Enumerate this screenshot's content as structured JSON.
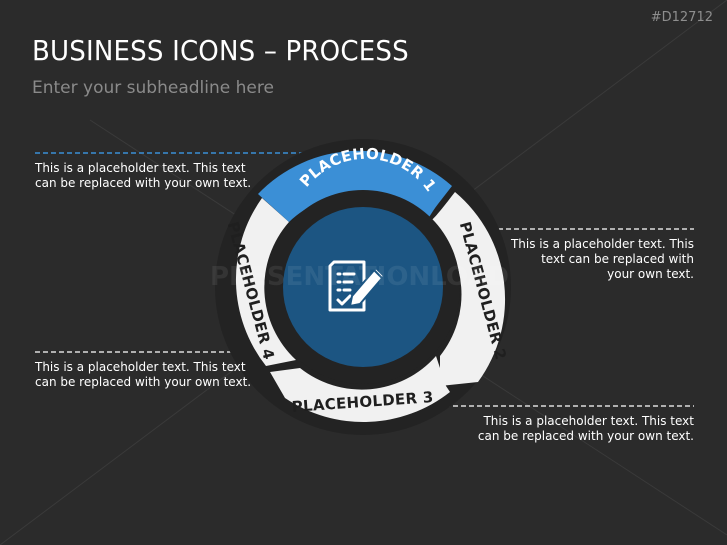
{
  "header": {
    "title": "BUSINESS ICONS – PROCESS",
    "subtitle": "Enter your subheadline here",
    "code": "#D12712"
  },
  "watermark": "PRESENTATIONLOAD",
  "center_icon": "document-edit-icon",
  "colors": {
    "background": "#2b2b2b",
    "accent": "#3b8fd6",
    "circle": "#1c5582",
    "segment": "#f1f1f1"
  },
  "segments": [
    {
      "label": "PLACEHOLDER 1"
    },
    {
      "label": "PLACEHOLDER 2"
    },
    {
      "label": "PLACEHOLDER 3"
    },
    {
      "label": "PLACEHOLDER 4"
    }
  ],
  "notes": [
    {
      "text_line1": "This is a placeholder text. This text",
      "text_line2": "can be replaced with your own text."
    },
    {
      "text_line1": "This is a placeholder text. This",
      "text_line2": "text can be replaced with",
      "text_line3": "your own text."
    },
    {
      "text_line1": "This is a placeholder text. This text",
      "text_line2": "can be replaced with your own text."
    },
    {
      "text_line1": "This is a placeholder text. This text",
      "text_line2": "can be replaced with your own text."
    }
  ]
}
